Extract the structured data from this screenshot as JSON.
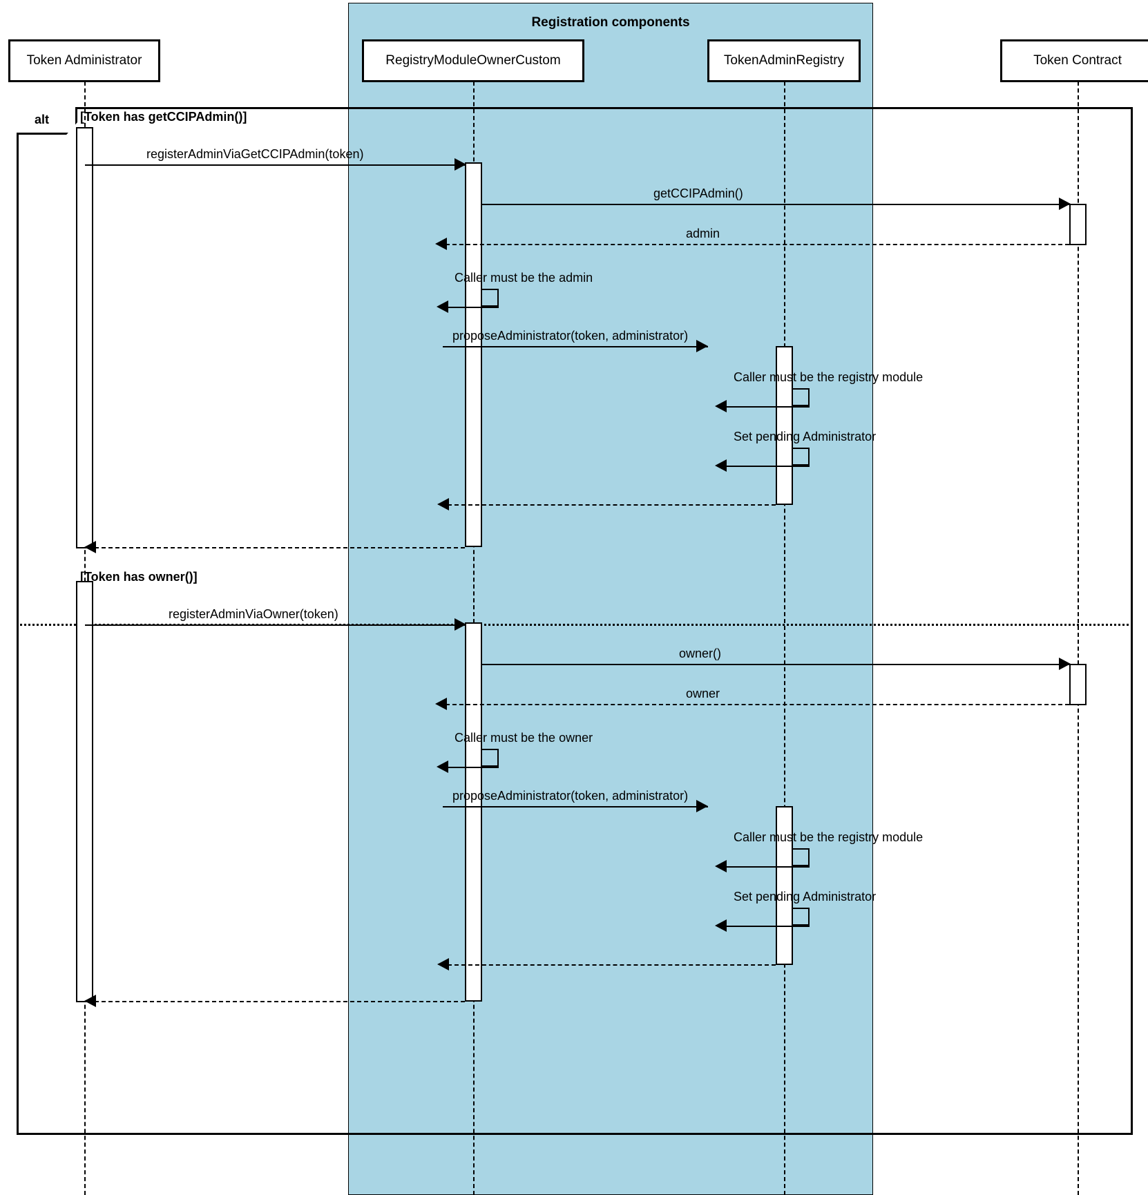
{
  "diagram": {
    "type": "uml-sequence-diagram",
    "colors": {
      "group_fill": "#a9d5e4",
      "stroke": "#000000",
      "background": "#ffffff"
    },
    "group": {
      "label": "Registration components"
    },
    "participants": [
      {
        "id": "admin",
        "label": "Token Administrator"
      },
      {
        "id": "registry_module",
        "label": "RegistryModuleOwnerCustom"
      },
      {
        "id": "token_admin_registry",
        "label": "TokenAdminRegistry"
      },
      {
        "id": "token_contract",
        "label": "Token Contract"
      }
    ],
    "fragment": {
      "operator": "alt",
      "branches": [
        {
          "condition": "[Token has getCCIPAdmin()]"
        },
        {
          "condition": "[Token has owner()]"
        }
      ]
    },
    "messages": [
      {
        "id": "m1",
        "label": "registerAdminViaGetCCIPAdmin(token)",
        "kind": "call"
      },
      {
        "id": "m2",
        "label": "getCCIPAdmin()",
        "kind": "call"
      },
      {
        "id": "m3",
        "label": "admin",
        "kind": "return"
      },
      {
        "id": "m4",
        "label": "Caller must be the admin",
        "kind": "self"
      },
      {
        "id": "m5",
        "label": "proposeAdministrator(token, administrator)",
        "kind": "call"
      },
      {
        "id": "m6",
        "label": "Caller must be the registry module",
        "kind": "self"
      },
      {
        "id": "m7",
        "label": "Set pending Administrator",
        "kind": "self"
      },
      {
        "id": "m8",
        "label": "",
        "kind": "return"
      },
      {
        "id": "m9",
        "label": "",
        "kind": "return"
      },
      {
        "id": "m10",
        "label": "registerAdminViaOwner(token)",
        "kind": "call"
      },
      {
        "id": "m11",
        "label": "owner()",
        "kind": "call"
      },
      {
        "id": "m12",
        "label": "owner",
        "kind": "return"
      },
      {
        "id": "m13",
        "label": "Caller must be the owner",
        "kind": "self"
      },
      {
        "id": "m14",
        "label": "proposeAdministrator(token, administrator)",
        "kind": "call"
      },
      {
        "id": "m15",
        "label": "Caller must be the registry module",
        "kind": "self"
      },
      {
        "id": "m16",
        "label": "Set pending Administrator",
        "kind": "self"
      },
      {
        "id": "m17",
        "label": "",
        "kind": "return"
      },
      {
        "id": "m18",
        "label": "",
        "kind": "return"
      }
    ]
  }
}
